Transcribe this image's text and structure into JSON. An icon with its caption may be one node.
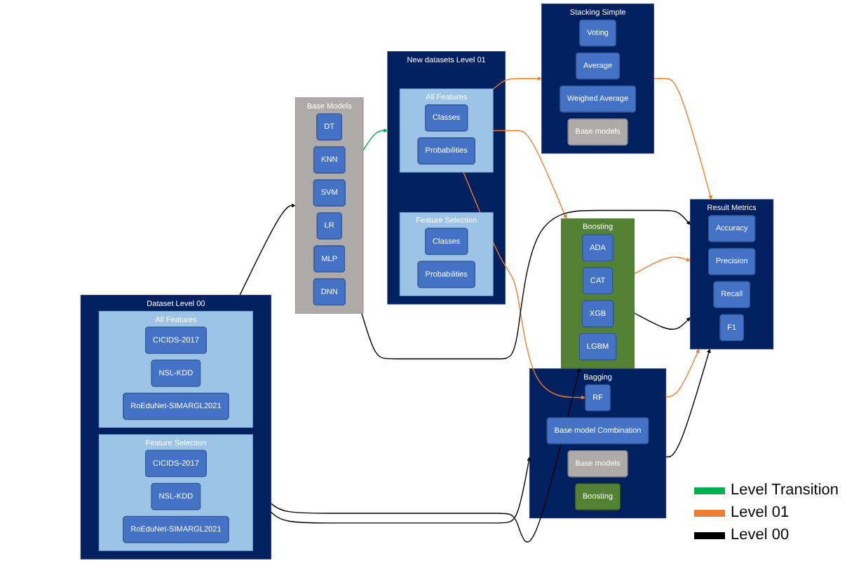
{
  "diagram": {
    "nodes": [
      {
        "text": [
          "New datasets Level 01"
        ]
      },
      {
        "text": [
          "All Features"
        ],
        "in": 0
      },
      {
        "text": [
          "Classes"
        ],
        "in": 1
      },
      {
        "text": [
          "Probabilities"
        ],
        "in": 1
      },
      {
        "text": [
          "Feature Selection"
        ],
        "in": 0
      },
      {
        "text": [
          "Classes"
        ],
        "in": 4
      },
      {
        "text": [
          "Probabilities"
        ],
        "in": 4
      },
      {
        "text": [
          "Stacking Simple"
        ]
      },
      {
        "text": [
          "Voting"
        ],
        "in": 7
      },
      {
        "text": [
          "Average"
        ],
        "in": 7
      },
      {
        "text": [
          "Weighed Average"
        ],
        "in": 7
      },
      {
        "text": [
          "Base models"
        ],
        "in": 7
      },
      {
        "text": [
          "Base Models"
        ]
      },
      {
        "text": [
          "DT"
        ],
        "in": 12
      },
      {
        "text": [
          "KNN"
        ],
        "in": 12
      },
      {
        "text": [
          "SVM"
        ],
        "in": 12
      },
      {
        "text": [
          "LR"
        ],
        "in": 12
      },
      {
        "text": [
          "MLP"
        ],
        "in": 12
      },
      {
        "text": [
          "DNN"
        ],
        "in": 12
      },
      {
        "text": [
          "Boosting"
        ]
      },
      {
        "text": [
          "ADA"
        ],
        "in": 19
      },
      {
        "text": [
          "CAT"
        ],
        "in": 19
      },
      {
        "text": [
          "XGB"
        ],
        "in": 19
      },
      {
        "text": [
          "LGBM"
        ],
        "in": 19
      },
      {
        "text": [
          "Result Metrics"
        ]
      },
      {
        "text": [
          "Accuracy"
        ],
        "in": 24
      },
      {
        "text": [
          "Precision"
        ],
        "in": 24
      },
      {
        "text": [
          "Recall"
        ],
        "in": 24
      },
      {
        "text": [
          "F1"
        ],
        "in": 24
      },
      {
        "text": [
          "Dataset Level 00"
        ]
      },
      {
        "text": [
          "All Features"
        ],
        "in": 29
      },
      {
        "text": [
          "CICIDS-2017"
        ],
        "in": 30
      },
      {
        "text": [
          "NSL-KDD"
        ],
        "in": 30
      },
      {
        "text": [
          "RoEduNet-SIMARGL2021"
        ],
        "in": 30
      },
      {
        "text": [
          "Feature Selection"
        ],
        "in": 29
      },
      {
        "text": [
          "CICIDS-2017"
        ],
        "in": 34
      },
      {
        "text": [
          "NSL-KDD"
        ],
        "in": 34
      },
      {
        "text": [
          "RoEduNet-SIMARGL2021"
        ],
        "in": 34
      },
      {
        "text": [
          "Bagging"
        ]
      },
      {
        "text": [
          "RF"
        ],
        "in": 38
      },
      {
        "text": [
          "Base model Combination"
        ],
        "in": 38
      },
      {
        "text": [
          "Base models"
        ],
        "in": 38
      },
      {
        "text": [
          "Boosting"
        ],
        "in": 38
      }
    ],
    "edges": [
      {
        "from": 1,
        "to": 7,
        "arrow": "to",
        "color": "#ed7d31"
      },
      {
        "from": 1,
        "to": 19,
        "arrow": "to",
        "color": "#ed7d31"
      },
      {
        "from": 1,
        "to": 39,
        "arrow": "to",
        "color": "#ed7d31"
      },
      {
        "from": 12,
        "to": 0,
        "arrow": "to",
        "color": "#00b050"
      },
      {
        "from": 29,
        "to": 12,
        "arrow": "to",
        "color": "#000000"
      },
      {
        "from": 29,
        "to": 19,
        "arrow": "to",
        "color": "#000000"
      },
      {
        "from": 29,
        "to": 38,
        "arrow": "to",
        "color": "#000000"
      },
      {
        "from": 7,
        "to": 24,
        "arrow": "to",
        "color": "#ed7d31"
      },
      {
        "from": 19,
        "to": 24,
        "arrow": "to",
        "color": "#ed7d31"
      },
      {
        "from": 38,
        "to": 24,
        "arrow": "to",
        "color": "#ed7d31"
      },
      {
        "from": 19,
        "to": 24,
        "arrow": "to",
        "color": "#000000"
      },
      {
        "from": 38,
        "to": 24,
        "arrow": "to",
        "color": "#000000"
      },
      {
        "from": 12,
        "to": 24,
        "arrow": "to",
        "color": "#000000"
      }
    ],
    "legend": [
      {
        "text": "Level Transition",
        "color": "#00b050"
      },
      {
        "text": "Level 01",
        "color": "#ed7d31"
      },
      {
        "text": "Level 00",
        "color": "#000000"
      }
    ]
  }
}
